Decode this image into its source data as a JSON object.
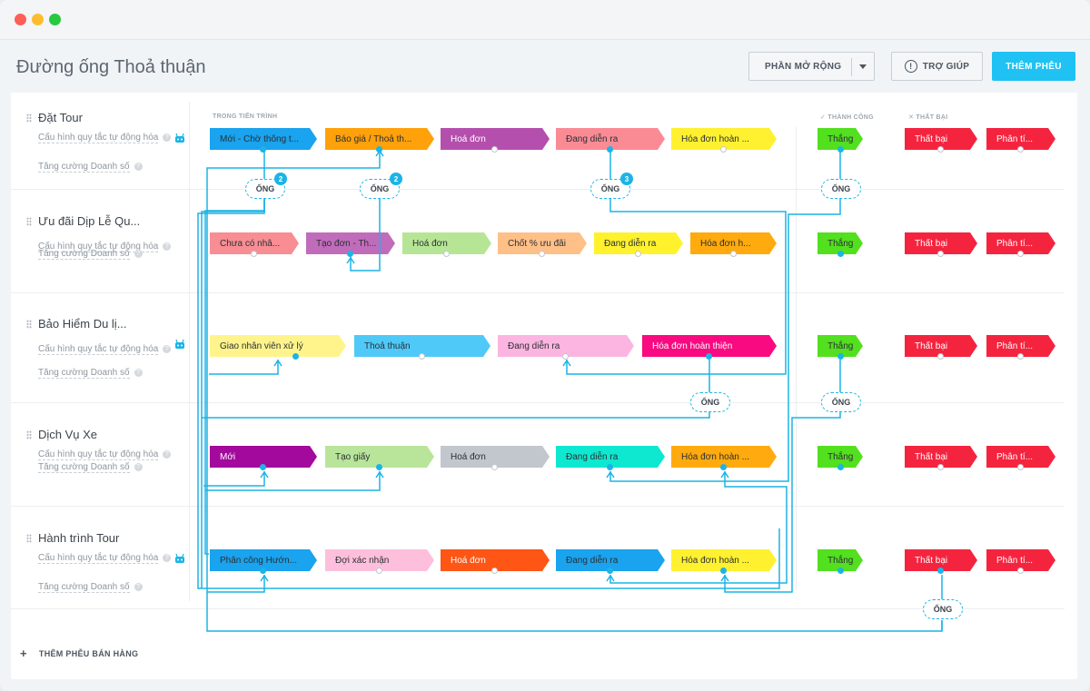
{
  "page": {
    "title": "Đường ống Thoả thuận"
  },
  "toolbar": {
    "extensions_label": "PHẦN MỞ RỘNG",
    "help_label": "TRỢ GIÚP",
    "add_funnel_label": "THÊM PHỄU"
  },
  "headers": {
    "in_progress": "TRONG TIẾN TRÌNH",
    "won": "THÀNH CÔNG",
    "lost": "THẤT BẠI"
  },
  "pipelines": [
    {
      "name": "Đặt Tour",
      "automation": "Cấu hình quy tắc tự động hóa",
      "boost": "Tăng cường Doanh số",
      "stages": [
        "Mới - Chờ thông t...",
        "Báo giá / Thoả th...",
        "Hoá đơn",
        "Đang diễn ra",
        "Hóa đơn hoàn ..."
      ],
      "won": "Thắng",
      "lost": [
        "Thất bại",
        "Phân tí..."
      ]
    },
    {
      "name": "Ưu đãi Dịp Lễ Qu...",
      "automation": "Cấu hình quy tắc tự động hóa",
      "boost": "Tăng cường Doanh số",
      "stages": [
        "Chưa có nhâ...",
        "Tạo đơn - Th...",
        "Hoá đơn",
        "Chốt % ưu đãi",
        "Đang diễn ra",
        "Hóa đơn h..."
      ],
      "won": "Thắng",
      "lost": [
        "Thất bại",
        "Phân tí..."
      ]
    },
    {
      "name": "Bảo Hiểm Du lị...",
      "automation": "Cấu hình quy tắc tự động hóa",
      "boost": "Tăng cường Doanh số",
      "stages": [
        "Giao nhân viên xử lý",
        "Thoả thuận",
        "Đang diễn ra",
        "Hóa đơn hoàn thiện"
      ],
      "won": "Thắng",
      "lost": [
        "Thất bại",
        "Phân tí..."
      ]
    },
    {
      "name": "Dịch Vụ Xe",
      "automation": "Cấu hình quy tắc tự động hóa",
      "boost": "Tăng cường Doanh số",
      "stages": [
        "Mới",
        "Tạo giấy",
        "Hoá đơn",
        "Đang diễn ra",
        "Hóa đơn hoàn ..."
      ],
      "won": "Thắng",
      "lost": [
        "Thất bại",
        "Phân tí..."
      ]
    },
    {
      "name": "Hành trình Tour",
      "automation": "Cấu hình quy tắc tự động hóa",
      "boost": "Tăng cường Doanh số",
      "stages": [
        "Phân công Hướn...",
        "Đợi xác nhận",
        "Hoá đơn",
        "Đang diễn ra",
        "Hóa đơn hoàn ..."
      ],
      "won": "Thắng",
      "lost": [
        "Thất bại",
        "Phân tí..."
      ]
    }
  ],
  "tube_label": "ỐNG",
  "tube_badges": [
    "2",
    "2",
    "3"
  ],
  "help_mark": "?",
  "add_pipeline_label": "THÊM PHỄU BÁN HÀNG",
  "colors": {
    "accent": "#1fc2f3",
    "wire": "#1cb4e6",
    "won": "#52e01f",
    "lost": "#f4243f"
  }
}
